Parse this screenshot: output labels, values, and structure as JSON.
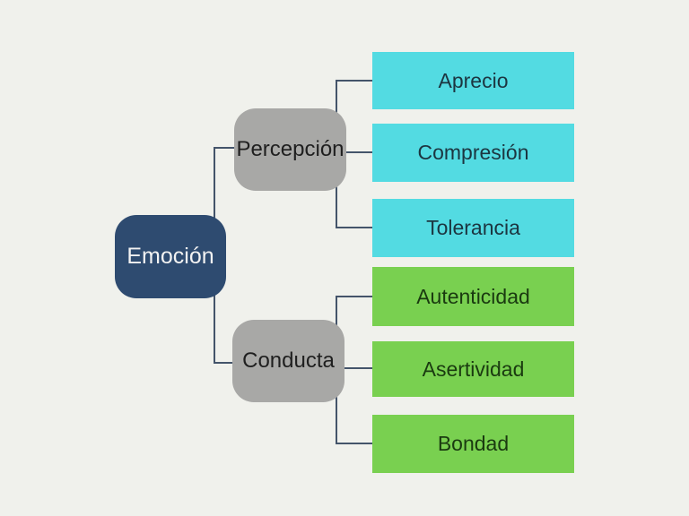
{
  "diagram": {
    "background_color": "#f0f1ec",
    "line_color": "#44546a",
    "root": {
      "label": "Emoción",
      "color": "#2e4b70",
      "text_color": "#f2f2f2"
    },
    "branches": [
      {
        "label": "Percepción",
        "color": "#a8a8a6",
        "text_color": "#1f1f1f",
        "child_color": "#53dbe2",
        "child_text_color": "#1c3540",
        "children": [
          {
            "label": "Aprecio"
          },
          {
            "label": "Compresión"
          },
          {
            "label": "Tolerancia"
          }
        ]
      },
      {
        "label": "Conducta",
        "color": "#a8a8a6",
        "text_color": "#1f1f1f",
        "child_color": "#79d050",
        "child_text_color": "#1a3a10",
        "children": [
          {
            "label": "Autenticidad"
          },
          {
            "label": "Asertividad"
          },
          {
            "label": "Bondad"
          }
        ]
      }
    ]
  }
}
